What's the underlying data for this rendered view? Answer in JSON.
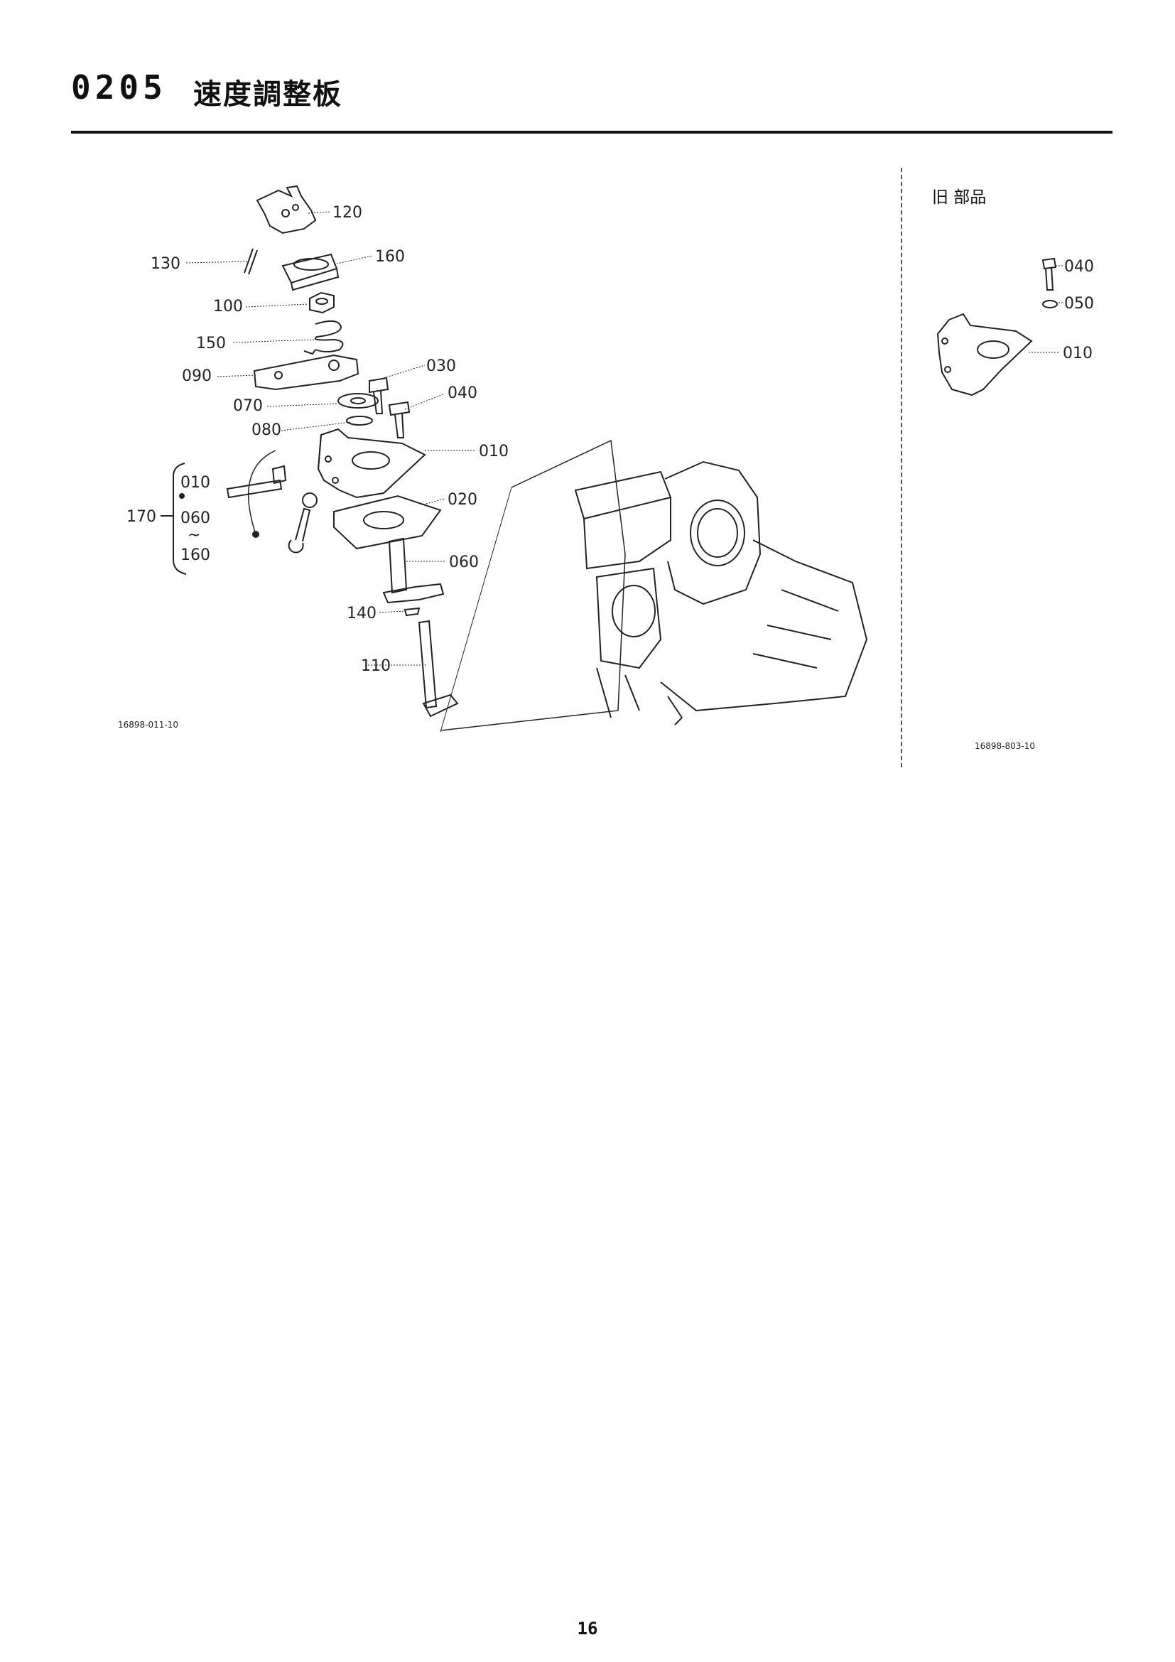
{
  "header": {
    "section_no": "0205",
    "title": "速度調整板"
  },
  "old_parts": {
    "label": "旧 部品"
  },
  "main_figure": {
    "callouts": {
      "c120": "120",
      "c160": "160",
      "c130": "130",
      "c100": "100",
      "c150": "150",
      "c090": "090",
      "c030": "030",
      "c070": "070",
      "c040": "040",
      "c080": "080",
      "c010": "010",
      "c020": "020",
      "c060": "060",
      "c140": "140",
      "c110": "110",
      "g170": "170",
      "g010": "010",
      "g060": "060",
      "gtilde": "~",
      "g160": "160"
    },
    "figure_no": "16898-011-10"
  },
  "side_figure": {
    "callouts": {
      "c040": "040",
      "c050": "050",
      "c010": "010"
    },
    "figure_no": "16898-803-10"
  },
  "footer": {
    "page_no": "16"
  }
}
